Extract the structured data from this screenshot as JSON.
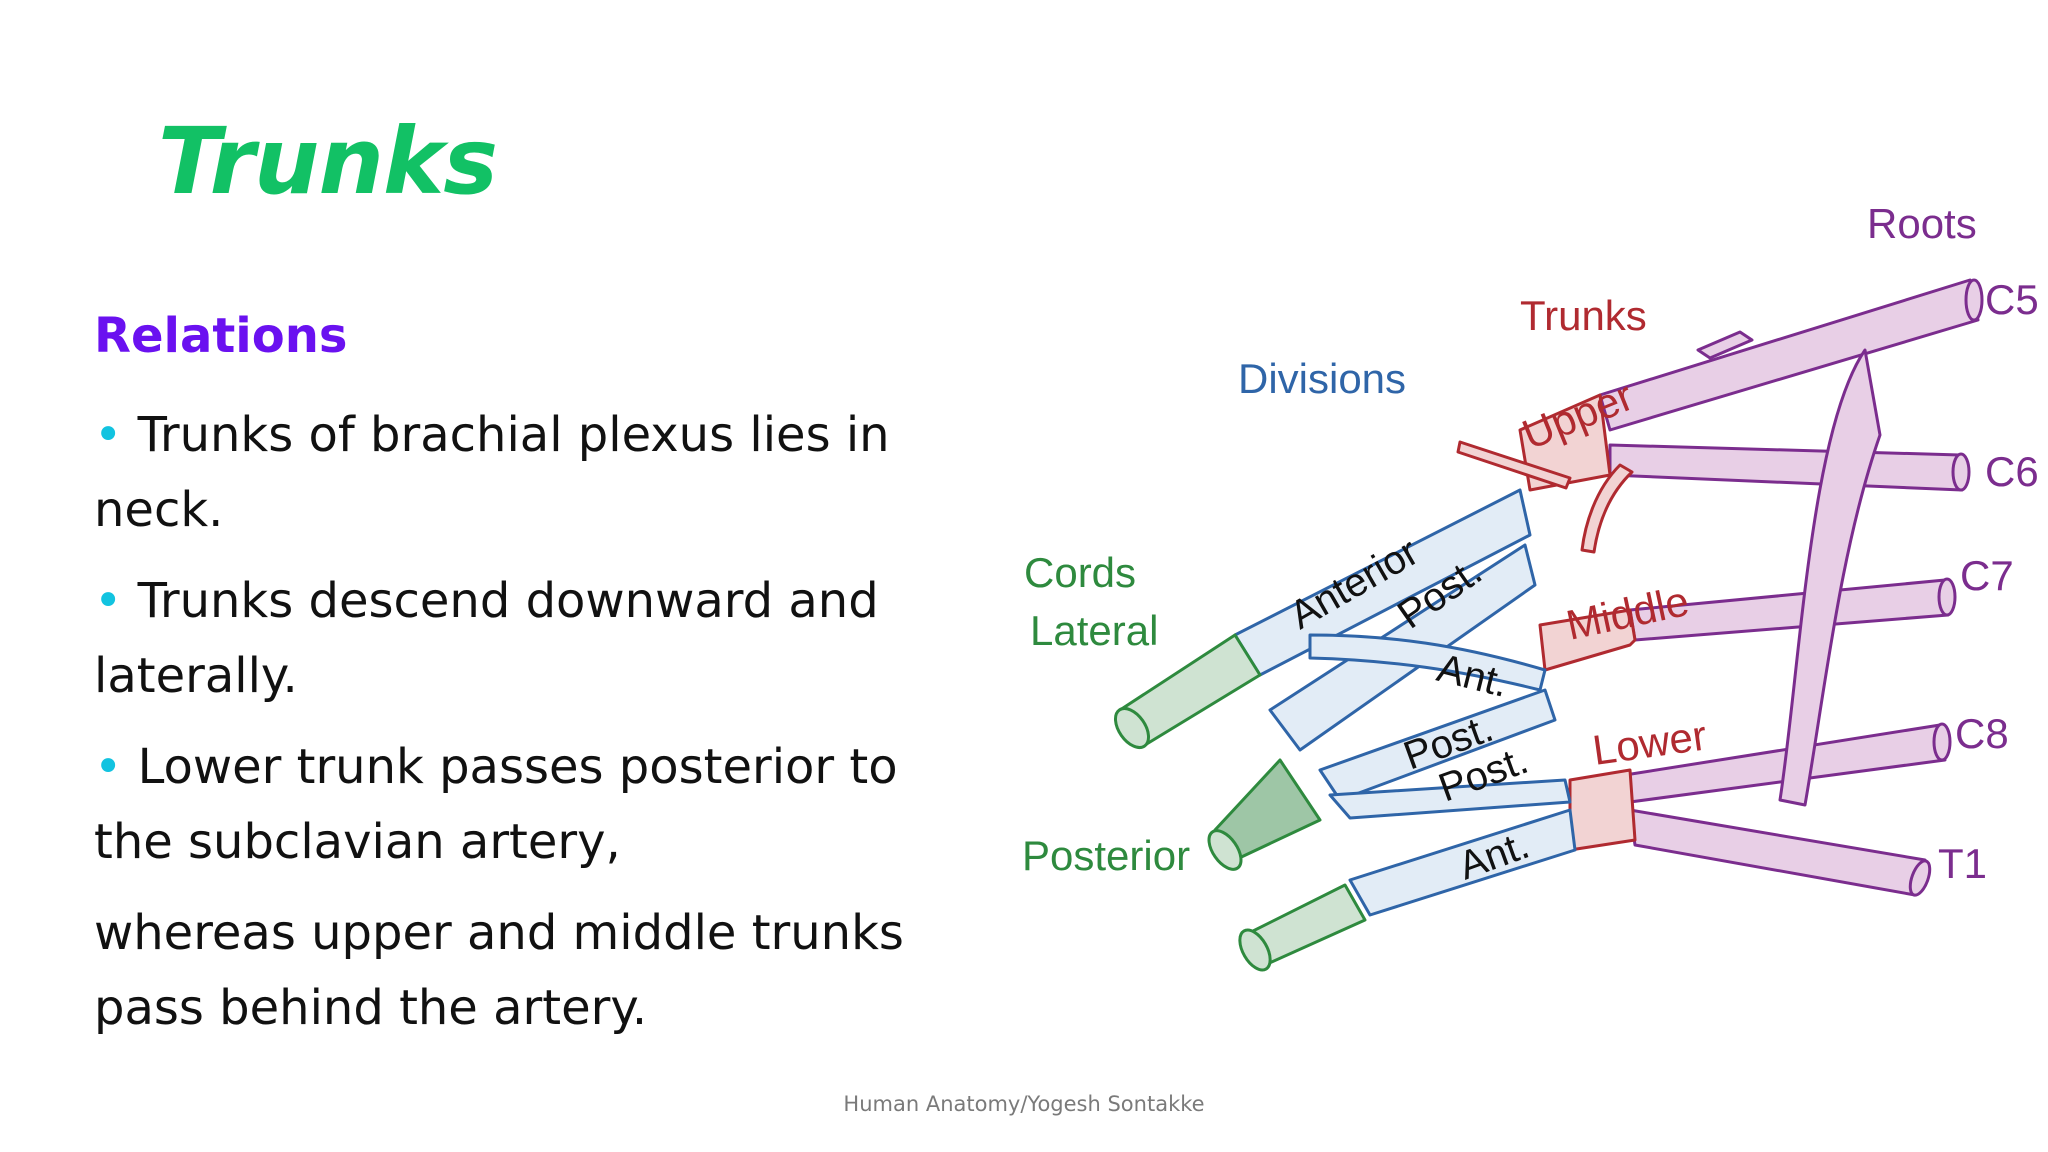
{
  "slide": {
    "title": "Trunks",
    "heading": "Relations",
    "bullets": [
      {
        "text": "Trunks of brachial plexus lies in neck.",
        "bullet": true
      },
      {
        "text": "Trunks descend downward and laterally.",
        "bullet": true
      },
      {
        "text": "Lower trunk passes posterior to the subclavian artery,",
        "bullet": true
      },
      {
        "text": "whereas upper and middle trunks pass behind the artery.",
        "bullet": false
      }
    ],
    "footer": "Human Anatomy/Yogesh Sontakke"
  },
  "diagram": {
    "section_labels": {
      "roots": "Roots",
      "trunks": "Trunks",
      "divisions": "Divisions",
      "cords": "Cords"
    },
    "root_labels": [
      "C5",
      "C6",
      "C7",
      "C8",
      "T1"
    ],
    "trunk_labels": {
      "upper": "Upper",
      "middle": "Middle",
      "lower": "Lower"
    },
    "cord_labels": {
      "lateral": "Lateral",
      "posterior": "Posterior"
    },
    "division_labels": {
      "anterior": "Anterior",
      "post_upper": "Post.",
      "ant_middle": "Ant.",
      "post_middle": "Post.",
      "post_lower": "Post.",
      "ant_lower": "Ant."
    },
    "colors": {
      "roots": "#7b2d8e",
      "roots_fill": "#e8cfe6",
      "trunks": "#b02a30",
      "trunks_fill": "#f2d3d3",
      "divisions": "#2f65a8",
      "divisions_fill": "#e2ecf6",
      "cords": "#2e8a3e",
      "cords_fill": "#cfe3d2",
      "label_text": "#111111"
    }
  }
}
